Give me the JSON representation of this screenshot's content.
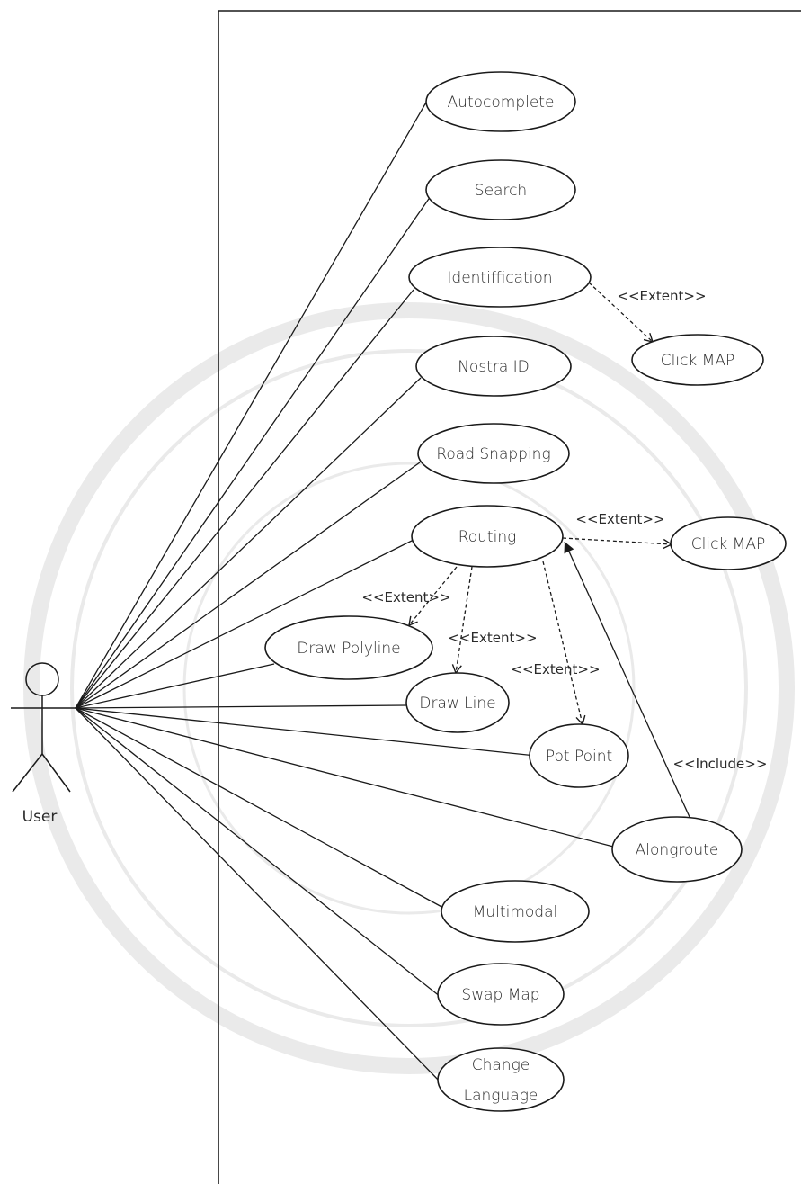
{
  "actor": {
    "name": "User"
  },
  "use_cases": [
    {
      "id": "autocomplete",
      "lines": [
        "Autocomplete"
      ]
    },
    {
      "id": "search",
      "lines": [
        "Search"
      ]
    },
    {
      "id": "identiffication",
      "lines": [
        "Identiffication"
      ]
    },
    {
      "id": "click-map-1",
      "lines": [
        "Click MAP"
      ]
    },
    {
      "id": "nostra-id",
      "lines": [
        "Nostra ID"
      ]
    },
    {
      "id": "road-snapping",
      "lines": [
        "Road Snapping"
      ]
    },
    {
      "id": "routing",
      "lines": [
        "Routing"
      ]
    },
    {
      "id": "click-map-2",
      "lines": [
        "Click MAP"
      ]
    },
    {
      "id": "draw-polyline",
      "lines": [
        "Draw Polyline"
      ]
    },
    {
      "id": "draw-line",
      "lines": [
        "Draw Line"
      ]
    },
    {
      "id": "pot-point",
      "lines": [
        "Pot Point"
      ]
    },
    {
      "id": "alongroute",
      "lines": [
        "Alongroute"
      ]
    },
    {
      "id": "multimodal",
      "lines": [
        "Multimodal"
      ]
    },
    {
      "id": "swap-map",
      "lines": [
        "Swap Map"
      ]
    },
    {
      "id": "change-language",
      "lines": [
        "Change",
        "Language"
      ]
    }
  ],
  "associations": [
    "autocomplete",
    "search",
    "identiffication",
    "nostra-id",
    "road-snapping",
    "routing",
    "draw-polyline",
    "draw-line",
    "pot-point",
    "alongroute",
    "multimodal",
    "swap-map",
    "change-language"
  ],
  "relationships": [
    {
      "id": "identiffication-extent-clickmap",
      "from": "identiffication",
      "to": "click-map-1",
      "label": "<<Extent>>",
      "style": "dashed"
    },
    {
      "id": "routing-extent-clickmap",
      "from": "routing",
      "to": "click-map-2",
      "label": "<<Extent>>",
      "style": "dashed"
    },
    {
      "id": "routing-extent-polyline",
      "from": "routing",
      "to": "draw-polyline",
      "label": "<<Extent>>",
      "style": "dashed"
    },
    {
      "id": "routing-extent-drawline",
      "from": "routing",
      "to": "draw-line",
      "label": "<<Extent>>",
      "style": "dashed"
    },
    {
      "id": "routing-extent-potpoint",
      "from": "routing",
      "to": "pot-point",
      "label": "<<Extent>>",
      "style": "dashed"
    },
    {
      "id": "alongroute-include-routing",
      "from": "alongroute",
      "to": "routing",
      "label": "<<Include>>",
      "style": "solid"
    }
  ]
}
